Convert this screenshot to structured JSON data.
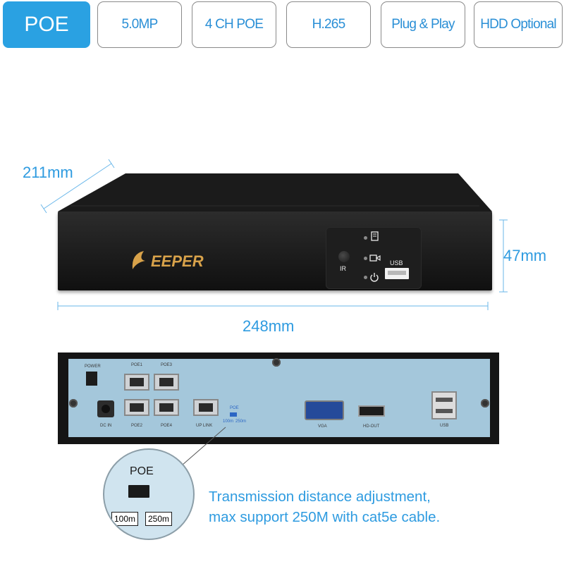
{
  "features": {
    "primary": "POE",
    "items": [
      "5.0MP",
      "4 CH POE",
      "H.265",
      "Plug & Play",
      "HDD Optional"
    ]
  },
  "dimensions": {
    "depth": "211mm",
    "width": "248mm",
    "height": "47mm"
  },
  "front_panel": {
    "brand": "EEPER",
    "ir_label": "IR",
    "usb_label": "USB"
  },
  "rear_panel": {
    "power": "POWER",
    "dc_in": "DC IN",
    "poe1": "POE1",
    "poe2": "POE2",
    "poe3": "POE3",
    "poe4": "POE4",
    "uplink": "UP LINK",
    "poe_switch": "POE",
    "range_100": "100m",
    "range_250": "250m",
    "vga": "VGA",
    "hdout": "HD-OUT",
    "usb": "USB"
  },
  "zoom_detail": {
    "title": "POE",
    "range_100": "100m",
    "range_250": "250m"
  },
  "callout": {
    "line1": "Transmission distance adjustment,",
    "line2": "max support 250M with cat5e cable."
  },
  "colors": {
    "accent": "#2aa1e2",
    "dimension_text": "#2e9be0",
    "brand_gold": "#d8a24a"
  }
}
